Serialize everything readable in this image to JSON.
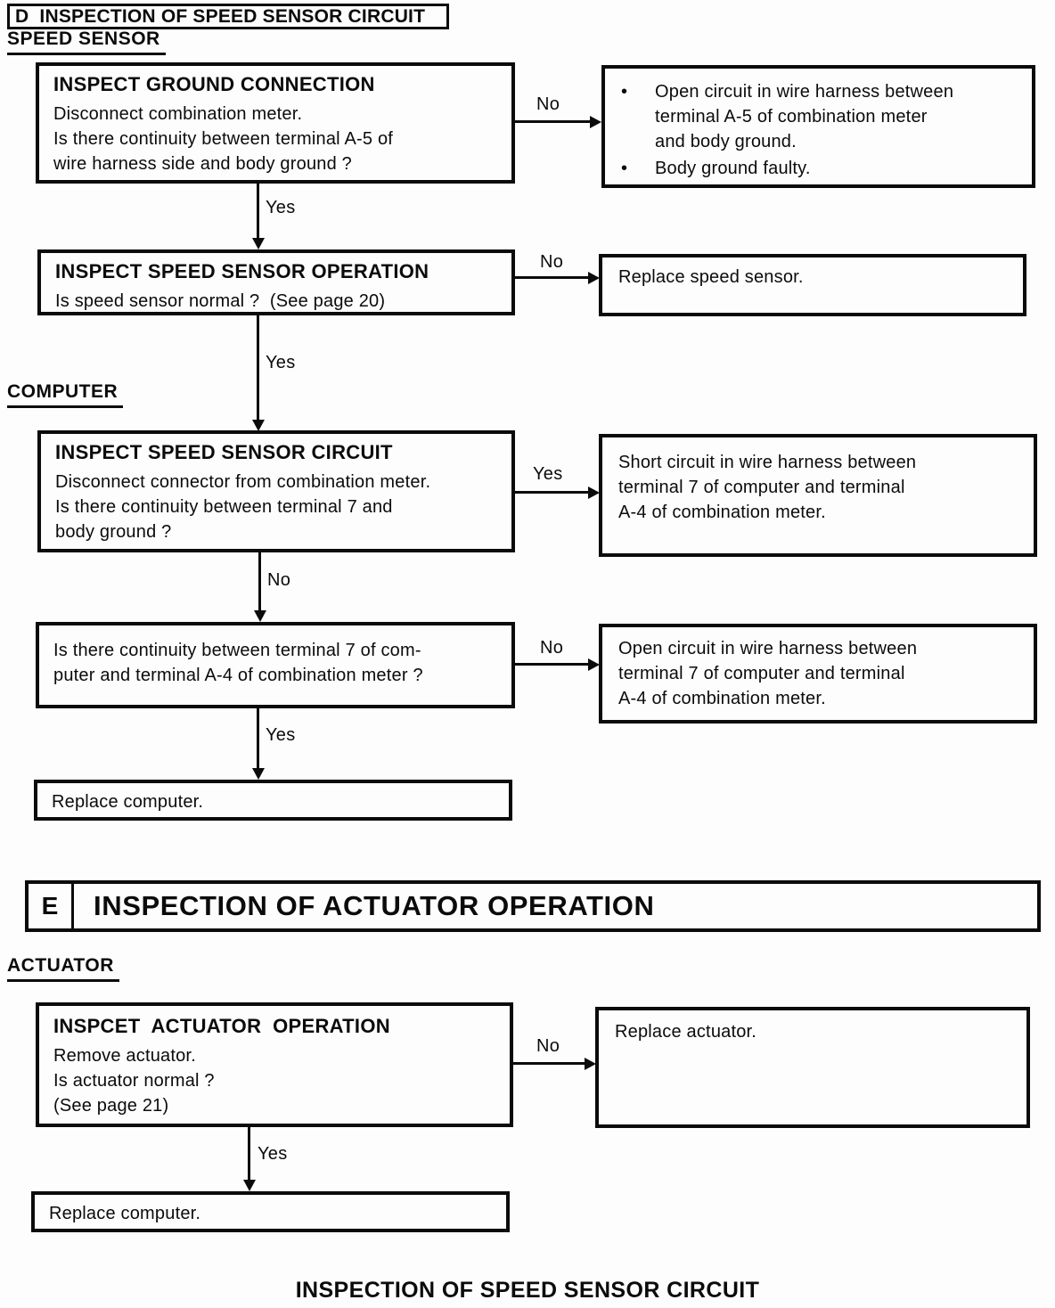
{
  "labels": {
    "yes": "Yes",
    "no": "No"
  },
  "section_d": {
    "header": "D  INSPECTION OF SPEED SENSOR CIRCUIT",
    "group1_label": "SPEED SENSOR",
    "group2_label": "COMPUTER",
    "boxes": {
      "inspect_ground": {
        "title": "INSPECT GROUND CONNECTION",
        "lines": [
          "Disconnect combination meter.",
          "Is there continuity between terminal A-5 of",
          "wire harness side and body ground ?"
        ]
      },
      "ground_fail": {
        "bullet": "•",
        "items": [
          {
            "lines": [
              "Open circuit in wire harness between",
              "terminal A-5 of combination meter",
              "and body ground."
            ]
          },
          {
            "lines": [
              "Body ground faulty."
            ]
          }
        ]
      },
      "inspect_sensor_op": {
        "title": "INSPECT SPEED SENSOR OPERATION",
        "lines": [
          "Is speed sensor normal ?  (See page 20)"
        ]
      },
      "sensor_fail": {
        "lines": [
          "Replace speed sensor."
        ]
      },
      "inspect_circuit": {
        "title": "INSPECT SPEED SENSOR CIRCUIT",
        "lines": [
          "Disconnect connector from combination meter.",
          "Is there continuity between terminal 7 and",
          "body ground ?"
        ]
      },
      "circuit_short": {
        "lines": [
          "Short circuit in wire harness between",
          "terminal 7 of computer and terminal",
          "A-4 of combination meter."
        ]
      },
      "continuity_check": {
        "lines": [
          "Is there continuity between terminal 7 of com-",
          "puter and terminal A-4 of combination meter ?"
        ]
      },
      "circuit_open": {
        "lines": [
          "Open circuit in wire harness between",
          "terminal 7 of computer and terminal",
          "A-4 of combination meter."
        ]
      },
      "replace_computer": {
        "lines": [
          "Replace computer."
        ]
      }
    }
  },
  "section_e": {
    "header_letter": "E",
    "header_title": "INSPECTION OF ACTUATOR OPERATION",
    "group_label": "ACTUATOR",
    "boxes": {
      "inspect_actuator": {
        "title": "INSPCET  ACTUATOR  OPERATION",
        "lines": [
          "Remove actuator.",
          "Is actuator normal ?",
          "(See page 21)"
        ]
      },
      "actuator_fail": {
        "lines": [
          "Replace actuator."
        ]
      },
      "replace_computer": {
        "lines": [
          "Replace computer."
        ]
      }
    }
  },
  "footer": "INSPECTION OF SPEED SENSOR CIRCUIT"
}
